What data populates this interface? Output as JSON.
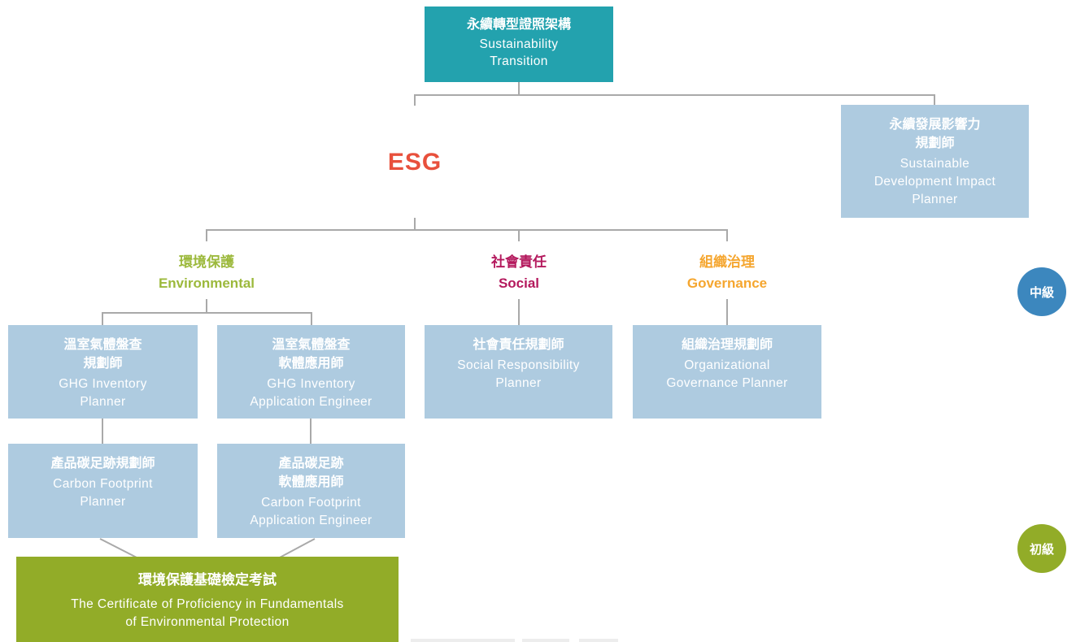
{
  "palette": {
    "teal": "#23A2AE",
    "light_blue": "#AECBE0",
    "olive_green": "#92AC28",
    "badge_blue": "#3C87BE",
    "esg_red": "#E8503C",
    "environmental_green": "#9CB93C",
    "social_crimson": "#B4195D",
    "governance_orange": "#F5A62F",
    "connector_gray": "#A9A9A9"
  },
  "chart": {
    "root": {
      "zh": "永續轉型證照架構",
      "en": "Sustainability\nTransition"
    },
    "sdi": {
      "zh": "永續發展影響力\n規劃師",
      "en": "Sustainable\nDevelopment Impact\nPlanner"
    },
    "esg_label": "ESG",
    "branches": {
      "environmental": {
        "zh": "環境保護",
        "en": "Environmental"
      },
      "social": {
        "zh": "社會責任",
        "en": "Social"
      },
      "governance": {
        "zh": "組織治理",
        "en": "Governance"
      }
    },
    "nodes": {
      "ghg_planner": {
        "zh": "溫室氣體盤查\n規劃師",
        "en": "GHG Inventory\nPlanner"
      },
      "ghg_app_engineer": {
        "zh": "溫室氣體盤查\n軟體應用師",
        "en": "GHG Inventory\nApplication Engineer"
      },
      "social_planner": {
        "zh": "社會責任規劃師",
        "en": "Social Responsibility\nPlanner"
      },
      "governance_planner": {
        "zh": "組織治理規劃師",
        "en": "Organizational\nGovernance Planner"
      },
      "carbon_planner": {
        "zh": "產品碳足跡規劃師",
        "en": "Carbon Footprint\nPlanner"
      },
      "carbon_app_engineer": {
        "zh": "產品碳足跡\n軟體應用師",
        "en": "Carbon Footprint\nApplication Engineer"
      },
      "cert_exam": {
        "zh": "環境保護基礎檢定考試",
        "en": "The Certificate of Proficiency in Fundamentals\nof Environmental Protection"
      }
    },
    "badges": {
      "intermediate": "中級",
      "beginner": "初級"
    }
  }
}
